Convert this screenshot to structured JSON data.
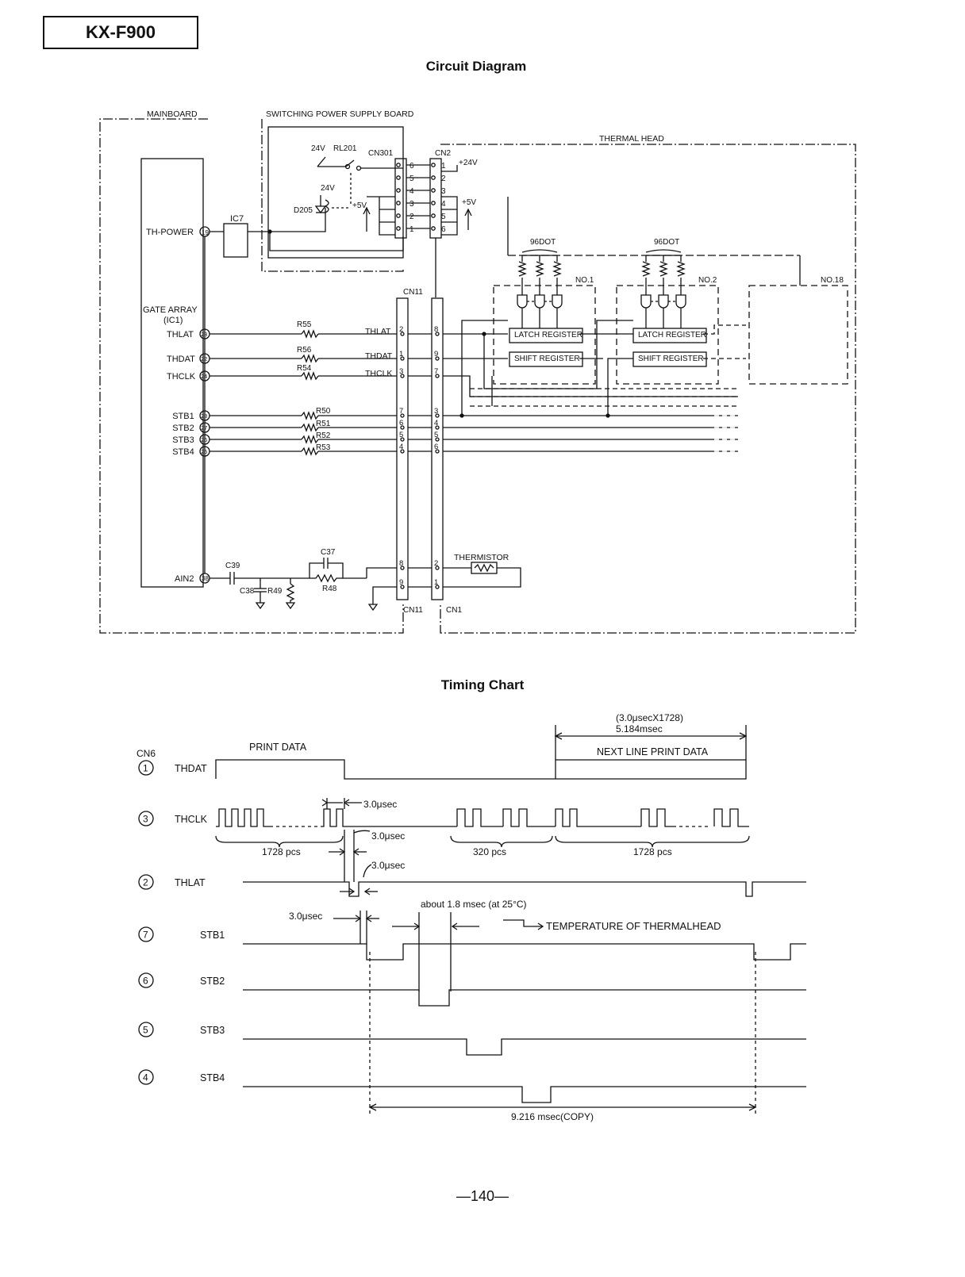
{
  "header": {
    "model": "KX-F900"
  },
  "circuit": {
    "title": "Circuit Diagram",
    "boards": {
      "mainboard": "MAINBOARD",
      "psu": "SWITCHING POWER SUPPLY BOARD",
      "thermal_head": "THERMAL HEAD"
    },
    "ic": {
      "gate_array": "GATE ARRAY",
      "gate_array_ref": "(IC1)",
      "ic7": "IC7"
    },
    "pins": {
      "th_power": "TH-POWER",
      "th_power_no": "19",
      "thlat": "THLAT",
      "thlat_no": "23",
      "thdat": "THDAT",
      "thdat_no": "22",
      "thclk": "THCLK",
      "thclk_no": "24",
      "stb1": "STB1",
      "stb1_no": "28",
      "stb2": "STB2",
      "stb2_no": "27",
      "stb3": "STB3",
      "stb3_no": "26",
      "stb4": "STB4",
      "stb4_no": "25",
      "ain2": "AIN2",
      "ain2_no": "38"
    },
    "resistors": {
      "r55": "R55",
      "r56": "R56",
      "r54": "R54",
      "r50": "R50",
      "r51": "R51",
      "r52": "R52",
      "r53": "R53",
      "r48": "R48",
      "r49": "R49"
    },
    "capacitors": {
      "c37": "C37",
      "c38": "C38",
      "c39": "C39"
    },
    "psu_parts": {
      "v24a": "24V",
      "rl201": "RL201",
      "cn301": "CN301",
      "v24b": "24V",
      "d205": "D205",
      "v5a": "+5V"
    },
    "cn2": {
      "label": "CN2",
      "v24": "+24V",
      "v5": "+5V"
    },
    "cn301_pins": [
      "6",
      "5",
      "4",
      "3",
      "2",
      "1"
    ],
    "cn2_pins": [
      "1",
      "2",
      "3",
      "4",
      "5",
      "6"
    ],
    "cn11": {
      "label_top": "CN11",
      "label_bottom": "CN11",
      "sig_thlat": "THLAT",
      "sig_thdat": "THDAT",
      "sig_thclk": "THCLK",
      "pins": [
        "2",
        "1",
        "3",
        "7",
        "6",
        "5",
        "4",
        "8",
        "9"
      ]
    },
    "cn1": {
      "label": "CN1",
      "pins": [
        "8",
        "9",
        "7",
        "3",
        "4",
        "5",
        "6",
        "2",
        "1"
      ]
    },
    "head": {
      "dot1": "96DOT",
      "dot2": "96DOT",
      "no1": "NO.1",
      "no2": "NO.2",
      "no18": "NO.18",
      "latch": "LATCH REGISTER",
      "shift": "SHIFT REGISTER",
      "thermistor": "THERMISTOR"
    }
  },
  "timing": {
    "title": "Timing Chart",
    "cn6": "CN6",
    "signals": [
      {
        "num": "1",
        "name": "THDAT"
      },
      {
        "num": "3",
        "name": "THCLK"
      },
      {
        "num": "2",
        "name": "THLAT"
      },
      {
        "num": "7",
        "name": "STB1"
      },
      {
        "num": "6",
        "name": "STB2"
      },
      {
        "num": "5",
        "name": "STB3"
      },
      {
        "num": "4",
        "name": "STB4"
      }
    ],
    "labels": {
      "print_data": "PRINT DATA",
      "next_line": "NEXT LINE PRINT DATA",
      "calc": "(3.0μsecX1728)",
      "dur": "5.184msec",
      "t1": "3.0μsec",
      "t2": "3.0μsec",
      "t3": "3.0μsec",
      "t4": "3.0μsec",
      "pcs1": "1728 pcs",
      "pcs2": "320 pcs",
      "pcs3": "1728 pcs",
      "about": "about 1.8 msec (at 25°C)",
      "temp": "TEMPERATURE OF THERMALHEAD",
      "copy": "9.216 msec(COPY)"
    }
  },
  "footer": {
    "page": "—140—"
  }
}
